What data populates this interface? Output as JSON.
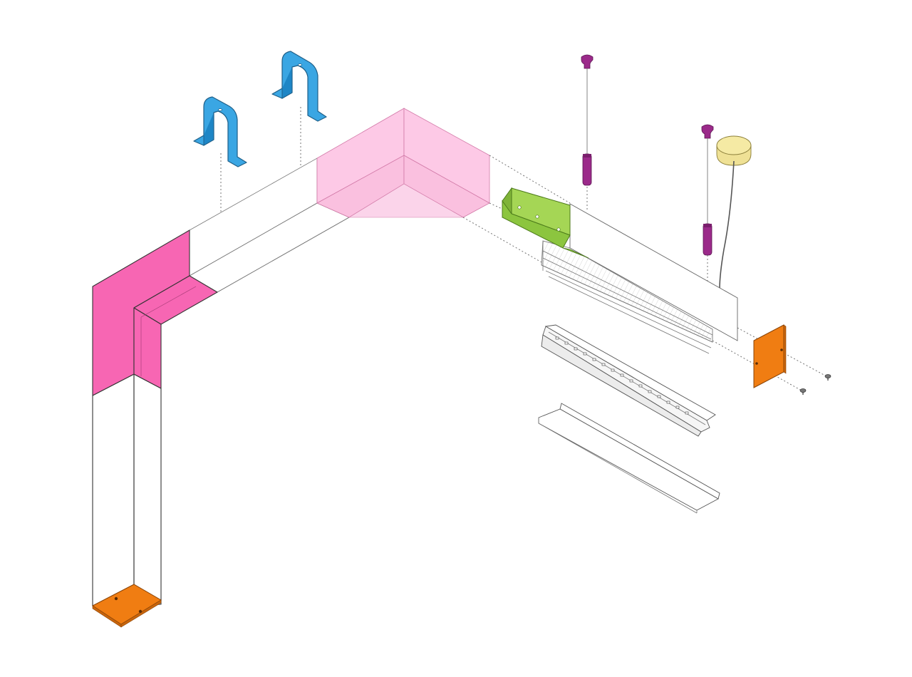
{
  "colors": {
    "background": "#ffffff",
    "pink_dark": "#f766b3",
    "pink_light": "#fdc9e6",
    "pink_mid": "#f9a6d2",
    "white_face": "#ffffff",
    "grey_face": "#f3f3f3",
    "blue_bracket": "#3aa6e3",
    "blue_bracket_shade": "#1e86c6",
    "purple_suspension": "#9b2a8a",
    "green_connector": "#8cc53f",
    "orange_endcap": "#f07d12",
    "canopy_yellow": "#f5eaa4",
    "edge_stroke": "#555555"
  },
  "parts": [
    {
      "name": "corner-profile",
      "color": "pink_dark"
    },
    {
      "name": "corner-cover-box",
      "color": "pink_light"
    },
    {
      "name": "mounting-bracket",
      "count": 2,
      "color": "blue_bracket"
    },
    {
      "name": "suspension-cable",
      "count": 2,
      "color": "purple_suspension"
    },
    {
      "name": "power-canopy",
      "color": "canopy_yellow"
    },
    {
      "name": "joint-connector",
      "color": "green_connector"
    },
    {
      "name": "end-cap",
      "count": 2,
      "color": "orange_endcap"
    },
    {
      "name": "aluminium-profile"
    },
    {
      "name": "led-strip"
    },
    {
      "name": "diffuser-cover"
    },
    {
      "name": "screw",
      "count": 2
    }
  ]
}
